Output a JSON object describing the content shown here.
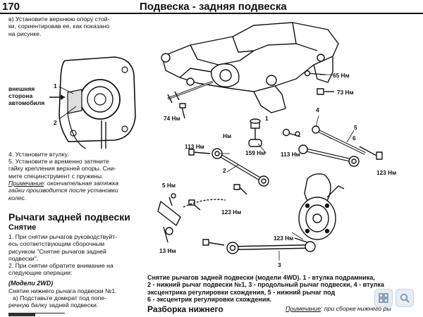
{
  "header": {
    "page_number": "170",
    "section_title": "Подвеска - задняя подвеска"
  },
  "left": {
    "intro_lines": [
      "в) Установите верхнюю опору стой-",
      "ки, сориентировав ее, как показано",
      "на рисунке."
    ],
    "inset": {
      "label_lines": [
        "внешняя",
        "сторона",
        "автомобиля"
      ],
      "callout_1": "1",
      "callout_2": "2"
    },
    "steps_lines": [
      "4. Установите втулку.",
      "5. Установите и временно затяните",
      "гайку крепления верхней опоры. Сни-",
      "мите специнструмент с пружины."
    ],
    "note_label": "Примечание",
    "note_lines": [
      ": окончательная затяжка",
      "гайки производится после установки",
      "колес."
    ],
    "heading": "Рычаги задней подвески",
    "subheading": "Снятие",
    "removal_lines": [
      "1. При снятии рычагов руководствуйт-",
      "есь соответствующим сборочным",
      "рисунком \"Снятие рычагов задней",
      "подвески\".",
      "2. При снятии обратите внимание на",
      "следующие операции:"
    ],
    "model_heading": "(Модели 2WD)",
    "model_lines": [
      "Снятие нижнего рычага подвески №1.",
      "а) Подставьте домкрат под попе-",
      "речную балку задней подвески."
    ]
  },
  "diagram": {
    "labels": {
      "t65": "65 Нм",
      "t73": "73 Нм",
      "t74": "74 Нм",
      "nm": "Нм",
      "t113a": "113 Нм",
      "t159": "159 Нм",
      "t113b": "113 Нм",
      "t123a": "123 Нм",
      "t5": "5 Нм",
      "t123b": "123 Нм",
      "t13": "13 Нм",
      "t123c": "123 Нм",
      "n1": "1",
      "n2": "2",
      "n3": "3",
      "n4": "4",
      "n5": "5",
      "n6": "6"
    }
  },
  "caption_lines": [
    "Снятие рычагов задней подвески (модели 4WD). 1 - втулка подрамника,",
    "2 - нижний рычаг подвески №1, 3 - продольный рычаг подвески, 4 - втулка",
    "эксцентрика регулировки схождения, 5 - нижний рычаг под",
    "6 - эксцентрик регулировки схождения."
  ],
  "bottom": {
    "sub_heading": "Разборка нижнего",
    "note_label": "Примечание",
    "note_text": ": при сборке нижнего ры"
  },
  "viewer_controls": {
    "grid_icon": "grid-view-icon",
    "search_icon": "search-icon"
  },
  "colors": {
    "ink": "#111111",
    "viewer_button": "#e6ecf5",
    "viewer_icon": "#6b7f99"
  }
}
